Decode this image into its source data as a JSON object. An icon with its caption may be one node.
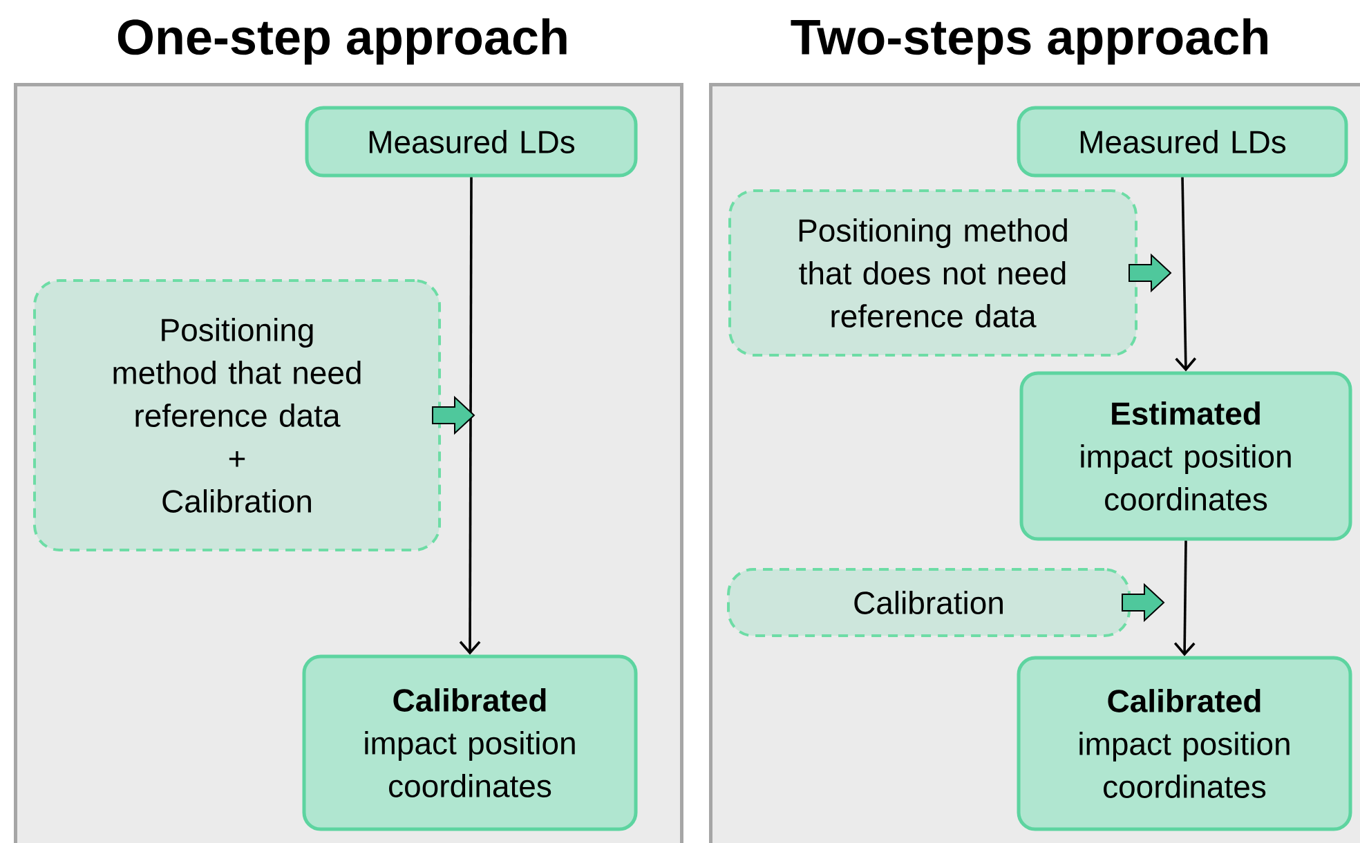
{
  "diagram": {
    "nodes": [
      {
        "text": [
          "One-step approach"
        ]
      },
      {
        "text": [
          "Measured LDs"
        ],
        "in": 0
      },
      {
        "text": [
          "Positioning method that need reference data",
          "+",
          "Calibration"
        ],
        "in": 0
      },
      {
        "text": [
          "**Calibrated** impact position coordinates"
        ],
        "in": 0
      },
      {
        "text": [
          "Two-steps approach"
        ]
      },
      {
        "text": [
          "Measured LDs"
        ],
        "in": 4
      },
      {
        "text": [
          "Positioning method that does not need reference data"
        ],
        "in": 4
      },
      {
        "text": [
          "**Estimated** impact position coordinates"
        ],
        "in": 4
      },
      {
        "text": [
          "Calibration"
        ],
        "in": 4
      },
      {
        "text": [
          "**Calibrated** impact position coordinates"
        ],
        "in": 4
      }
    ],
    "edges": [
      {
        "from": 1,
        "to": 3,
        "arrow": "to"
      },
      {
        "from": 2,
        "to": null,
        "arrow": "to",
        "style": "thick",
        "color": "#4fc89c"
      },
      {
        "from": 5,
        "to": 7,
        "arrow": "to"
      },
      {
        "from": 6,
        "to": null,
        "arrow": "to",
        "style": "thick",
        "color": "#4fc89c"
      },
      {
        "from": 7,
        "to": 9,
        "arrow": "to"
      },
      {
        "from": 8,
        "to": null,
        "arrow": "to",
        "style": "thick",
        "color": "#4fc89c"
      }
    ]
  }
}
